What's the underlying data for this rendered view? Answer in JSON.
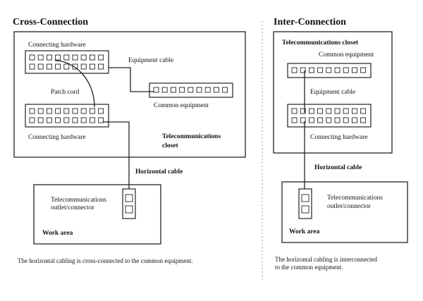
{
  "left": {
    "title": "Cross-Connection",
    "connecting_hardware_top": "Connecting hardware",
    "equipment_cable": "Equipment cable",
    "patch_cord": "Patch cord",
    "common_equipment": "Common equipment",
    "connecting_hardware_bottom": "Connecting hardware",
    "closet_line1": "Telecommunications",
    "closet_line2": "closet",
    "horizontal_cable": "Horizontal cable",
    "outlet_line1": "Telecommunications",
    "outlet_line2": "outlet/connector",
    "work_area": "Work area",
    "caption": "The horizontal cabling is cross-connected to the common equipment."
  },
  "right": {
    "title": "Inter-Connection",
    "closet": "Telecommunications closet",
    "common_equipment": "Common equipment",
    "equipment_cable": "Equipment cable",
    "connecting_hardware": "Connecting hardware",
    "horizontal_cable": "Horizontal cable",
    "outlet_line1": "Telecommunications",
    "outlet_line2": "outlet/connector",
    "work_area": "Work area",
    "caption_line1": "The horizontal cabling is interconnected",
    "caption_line2": "to the common equipment."
  }
}
